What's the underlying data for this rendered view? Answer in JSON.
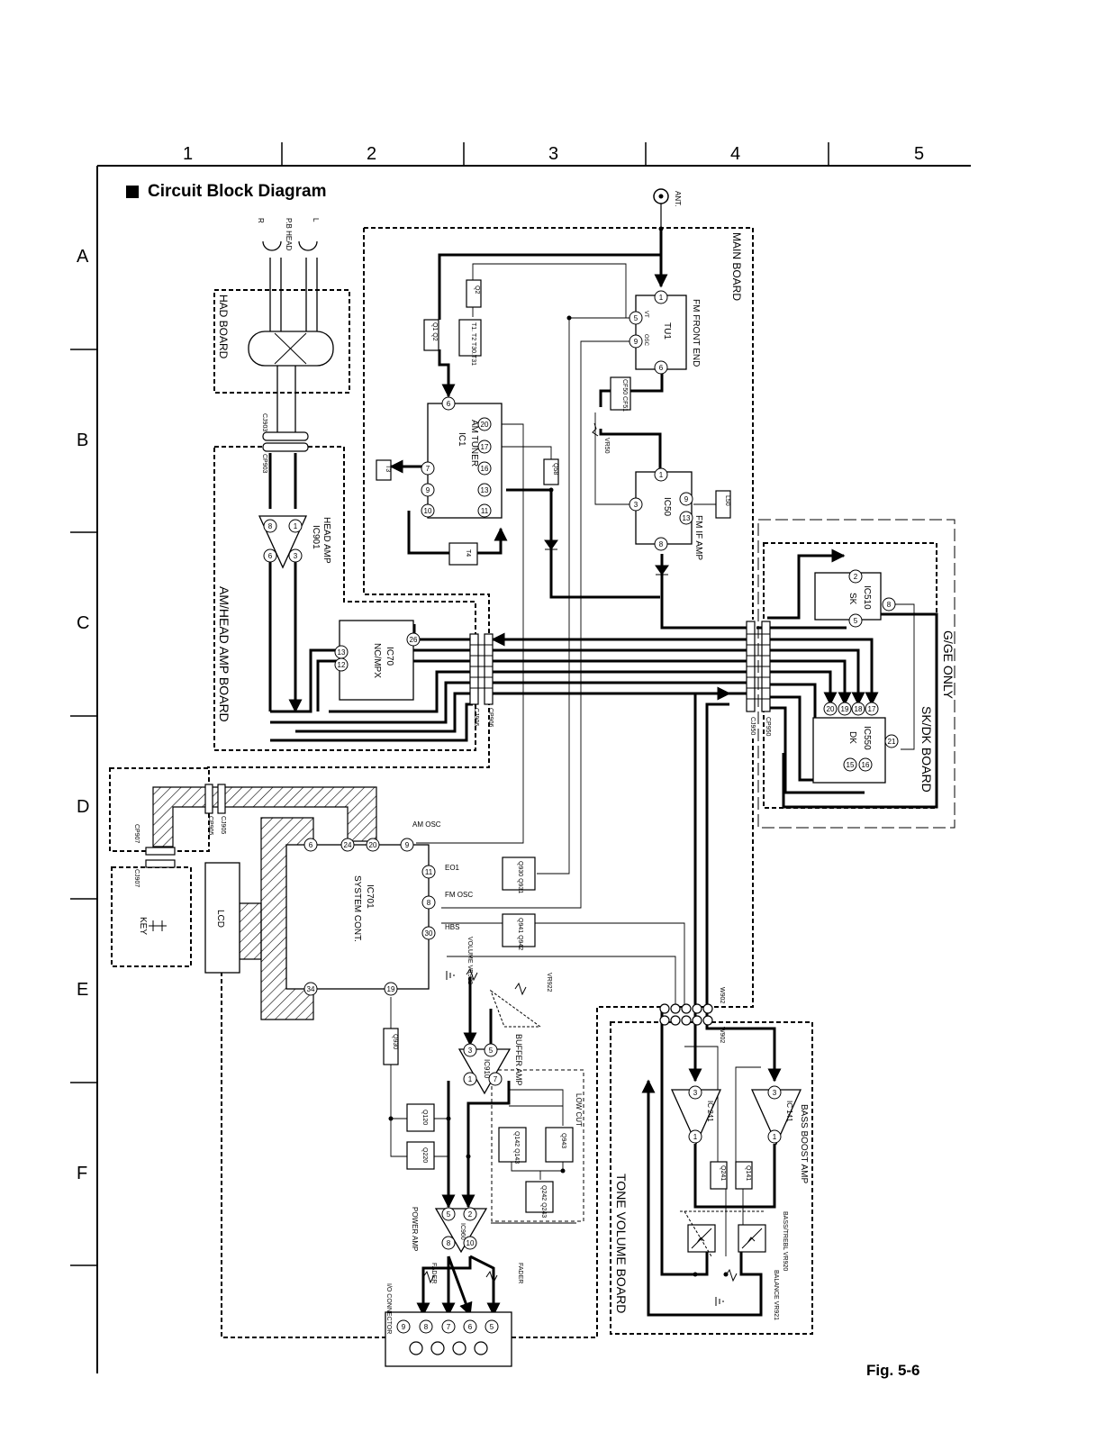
{
  "title": "Circuit Block Diagram",
  "figure_caption": "Fig. 5-6",
  "grid": {
    "columns": [
      "1",
      "2",
      "3",
      "4",
      "5"
    ],
    "rows": [
      "A",
      "B",
      "C",
      "D",
      "E",
      "F"
    ]
  },
  "boards": {
    "main": "MAIN BOARD",
    "had": "HAD BOARD",
    "am_head_amp": "AM/HEAD AMP BOARD",
    "sk_dk": "SK/DK BOARD",
    "ge_only": "G/GE ONLY",
    "tone_volume": "TONE VOLUME BOARD"
  },
  "blocks": {
    "fm_front_end": "FM FRONT END",
    "tu1": "TU1",
    "am_tuner": "AM TUNER",
    "ic1": "IC1",
    "fm_if_amp": "FM IF AMP",
    "ic50": "IC50",
    "head_amp": "HEAD AMP",
    "ic901": "IC901",
    "ic70": "IC70",
    "nc_mpx": "NC/MPX",
    "ic510": "IC510",
    "sk": "SK",
    "ic550": "IC550",
    "dk": "DK",
    "ic701": "IC701",
    "system_cont": "SYSTEM CONT.",
    "lcd": "LCD",
    "key": "KEY",
    "buffer_amp": "BUFFER AMP",
    "ic910": "IC910",
    "power_amp": "POWER AMP",
    "ic960": "IC960",
    "ic241": "IC 241",
    "ic141": "IC 141",
    "bass_boost_amp": "BASS BOOST AMP",
    "low_cut": "LOW CUT",
    "io_connector": "I/O CONNECTOR"
  },
  "components": {
    "ant": "ANT.",
    "q1_q2": "Q1 Q2",
    "q2": "Q2",
    "t1_t2": "T1. T2 T30.T31",
    "cf50_cf51": "CF50 CF51",
    "vr50": "VR50",
    "l50": "L50",
    "t3": "T3",
    "t4": "T4",
    "q58": "Q58",
    "q930_931": "Q930 Q931",
    "q941_942": "Q941 Q942",
    "q930": "Q930",
    "q120": "Q120",
    "q220": "Q220",
    "q142_143": "Q142 Q143",
    "q242_243": "Q242 Q243",
    "q943": "Q943",
    "q241": "Q241",
    "q141": "Q141",
    "volume": "VOLUME VR922",
    "vr922": "VR922",
    "bass_treble": "BASS/TREBL VR920",
    "balance": "BALANCE VR921",
    "fader_left": "FADER",
    "fader_right": "FADER"
  },
  "head_labels": {
    "r": "R",
    "pb_head": "P.B HEAD",
    "l": "L"
  },
  "connectors": {
    "cj903": "CJ903",
    "cp903": "CP903",
    "cj906": "CJ906",
    "cp906": "CP906",
    "cj950": "CJ950",
    "cp950": "CP950",
    "cp905": "CP905",
    "cj905": "CJ905",
    "cp907": "CP907",
    "cj907": "CJ907",
    "w902a": "W902",
    "w902b": "W902"
  },
  "signals": {
    "am_osc": "AM OSC",
    "eo1": "EO1",
    "fm_osc": "FM OSC",
    "hbs": "HBS",
    "vt": "VT",
    "osc": "OSC"
  },
  "pins": {
    "tu1": [
      "1",
      "5",
      "9",
      "6"
    ],
    "ic1": [
      "6",
      "20",
      "17",
      "16",
      "7",
      "9",
      "10",
      "13",
      "11"
    ],
    "ic50": [
      "1",
      "3",
      "9",
      "13",
      "8"
    ],
    "ic901": [
      "8",
      "1",
      "6",
      "3"
    ],
    "ic70": [
      "26",
      "13",
      "12"
    ],
    "ic510": [
      "2",
      "5",
      "8"
    ],
    "ic550": [
      "20",
      "19",
      "18",
      "17",
      "21",
      "15",
      "16"
    ],
    "ic701": [
      "6",
      "24",
      "20",
      "9",
      "11",
      "8",
      "30",
      "34",
      "19"
    ],
    "ic910": [
      "3",
      "5",
      "1",
      "7"
    ],
    "ic960": [
      "5",
      "2",
      "8",
      "10"
    ],
    "ic241": [
      "3",
      "1"
    ],
    "ic141": [
      "3",
      "1"
    ],
    "io": [
      "9",
      "8",
      "7",
      "6",
      "5"
    ]
  }
}
